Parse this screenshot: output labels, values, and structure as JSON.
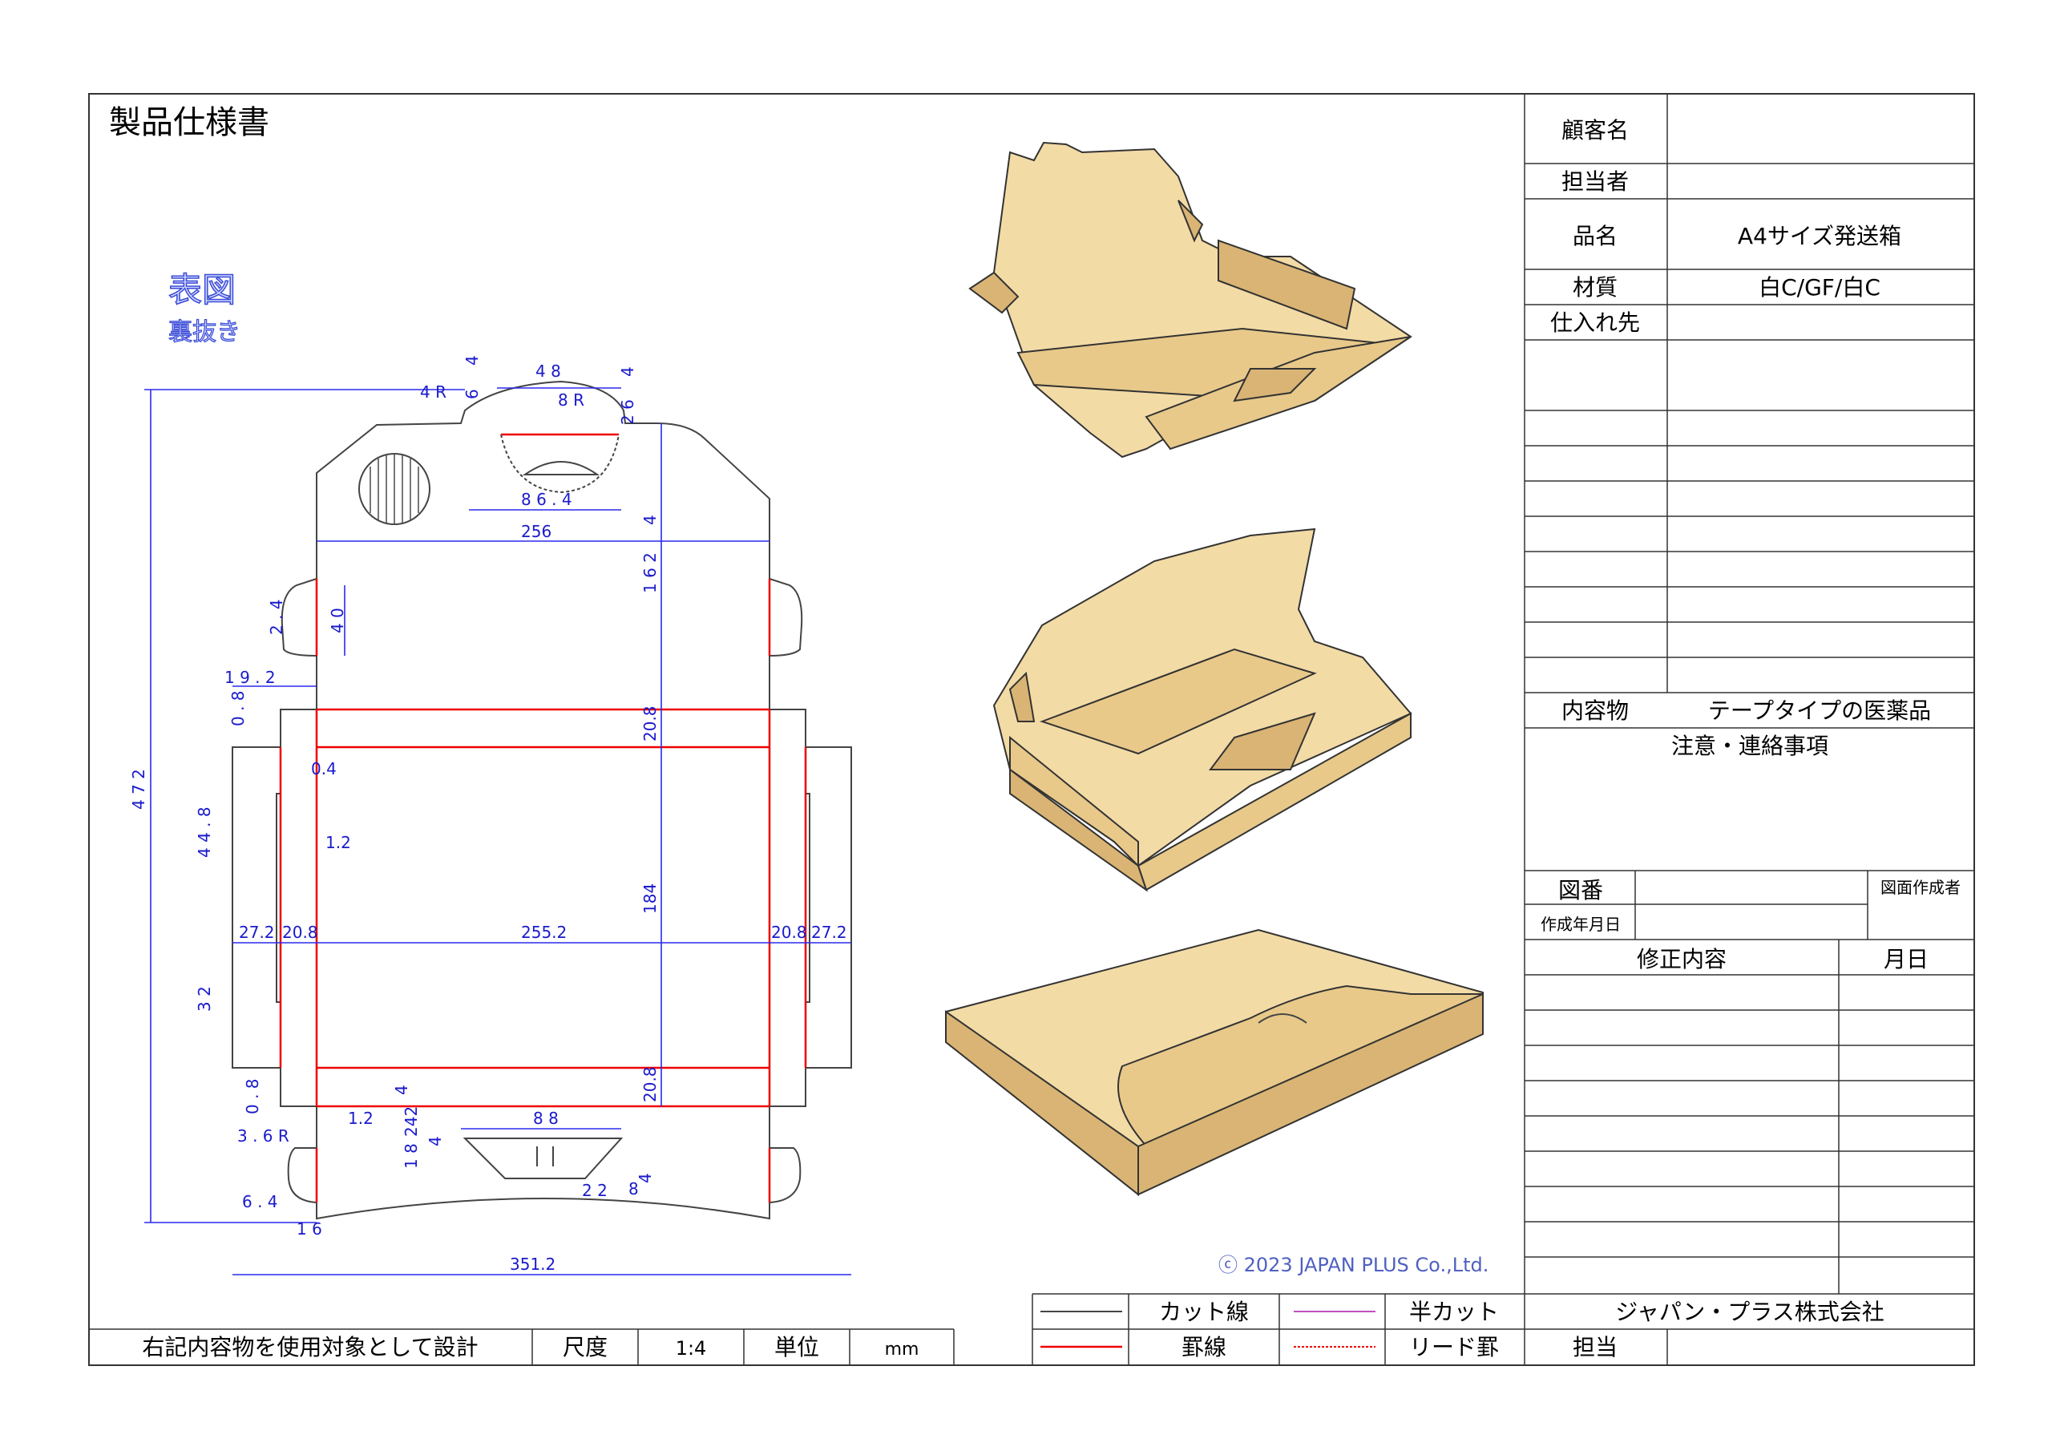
{
  "title": "製品仕様書",
  "view": {
    "label": "表図",
    "sub": "裏抜き"
  },
  "dims": {
    "d472": "4 7 2",
    "d351": "351.2",
    "d256": "256",
    "d2552": "255.2",
    "d184": "184",
    "d162": "1 6 2",
    "d208a": "20.8",
    "d208b": "20.8",
    "d208l": "20.8",
    "d208r": "20.8",
    "d272l": "27.2",
    "d272r": "27.2",
    "d48": "4 8",
    "d864": "8 6 . 4",
    "d88": "8 8",
    "d4r": "4 R",
    "d6": "6",
    "d4a": "4",
    "d4b": "4",
    "d26": "2 6",
    "d8r": "8 R",
    "d40": "4 0",
    "d24": "2 . 4",
    "d192": "1 9 . 2",
    "d08a": "0 . 8",
    "d08b": "0 . 8",
    "d04": "0.4",
    "d12a": "1.2",
    "d12b": "1.2",
    "d448": "4 4 . 8",
    "d32": "3 2",
    "d36r": "3 . 6 R",
    "d64": "6 . 4",
    "d16": "1 6",
    "d242": "242",
    "d18": "1 8",
    "d4c": "4",
    "d22": "2 2",
    "d8": "8",
    "d4d": "4",
    "d4e": "4",
    "d4f": "4"
  },
  "copyright": "ⓒ 2023 JAPAN PLUS Co.,Ltd.",
  "bottom": {
    "note": "右記内容物を使用対象として設計",
    "scale_label": "尺度",
    "scale": "1:4",
    "unit_label": "単位",
    "unit": "mm"
  },
  "legend": {
    "cut": "カット線",
    "half_cut": "半カット",
    "crease": "罫線",
    "lead": "リード罫"
  },
  "info": {
    "customer_label": "顧客名",
    "customer": "",
    "person_label": "担当者",
    "person": "",
    "product_label": "品名",
    "product": "A4サイズ発送箱",
    "material_label": "材質",
    "material": "白C/GF/白C",
    "supplier_label": "仕入れ先",
    "supplier": "",
    "content_label": "内容物",
    "content": "テープタイプの医薬品",
    "notes_label": "注意・連絡事項",
    "drawing_no_label": "図番",
    "drawing_by_label": "図面作成者",
    "date_label": "作成年月日",
    "revision_label": "修正内容",
    "month_day_label": "月日",
    "company": "ジャパン・プラス株式会社",
    "tantou_label": "担当"
  },
  "colors": {
    "cut": "#444444",
    "crease": "#e00000",
    "dim": "#2a2aee",
    "board": "#f3dba6"
  }
}
